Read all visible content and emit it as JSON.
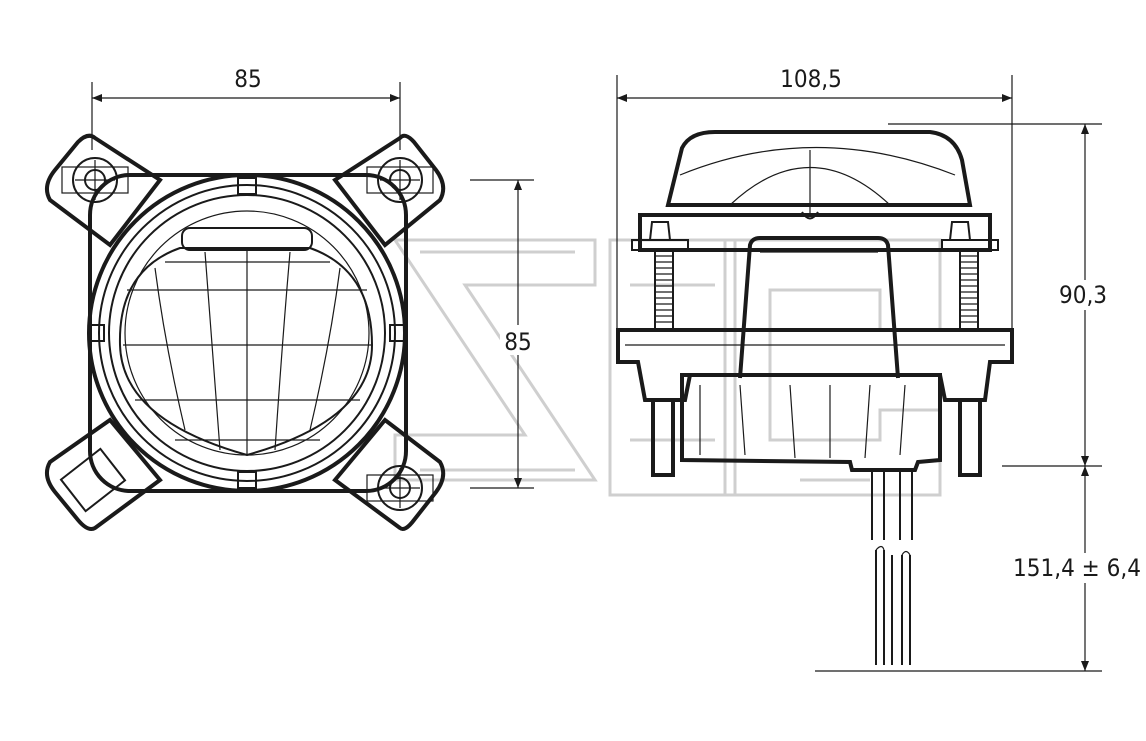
{
  "dimensions": {
    "front_width": "85",
    "front_height": "85",
    "side_width": "108,5",
    "side_height": "90,3",
    "cable_length": "151,4 ± 6,4"
  },
  "colors": {
    "line": "#1a1a1a",
    "watermark": "#cfcfcf"
  }
}
